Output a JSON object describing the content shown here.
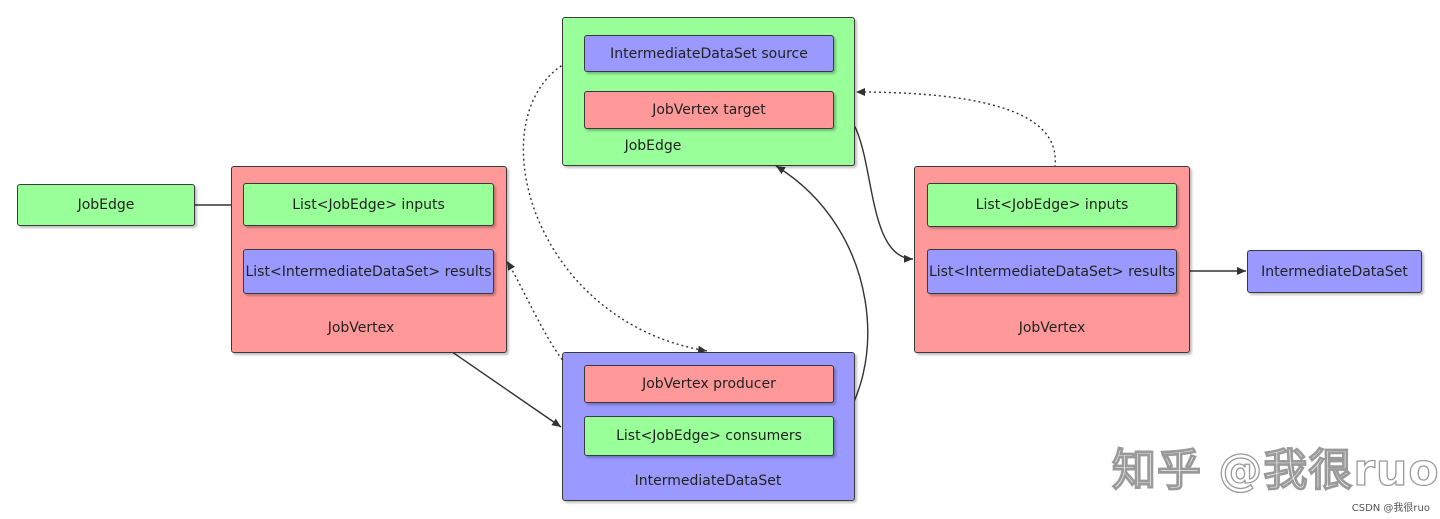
{
  "colors": {
    "green": "#99ff99",
    "red": "#ff9999",
    "blue": "#9999ff",
    "stroke": "#333333"
  },
  "nodes": {
    "jobedge_left": {
      "label": "JobEdge"
    },
    "jobvertex_left": {
      "caption": "JobVertex",
      "inputs": "List<JobEdge>  inputs",
      "results": "List<IntermediateDataSet>  results"
    },
    "jobedge_center": {
      "caption": "JobEdge",
      "source": "IntermediateDataSet source",
      "target": "JobVertex target"
    },
    "intermediate_dataset": {
      "caption": "IntermediateDataSet",
      "producer": "JobVertex producer",
      "consumers": "List<JobEdge>  consumers"
    },
    "jobvertex_right": {
      "caption": "JobVertex",
      "inputs": "List<JobEdge>  inputs",
      "results": "List<IntermediateDataSet>  results"
    },
    "dataset_right": {
      "label": "IntermediateDataSet"
    }
  },
  "watermark": "知乎 @我很ruo",
  "credit": "CSDN @我很ruo"
}
